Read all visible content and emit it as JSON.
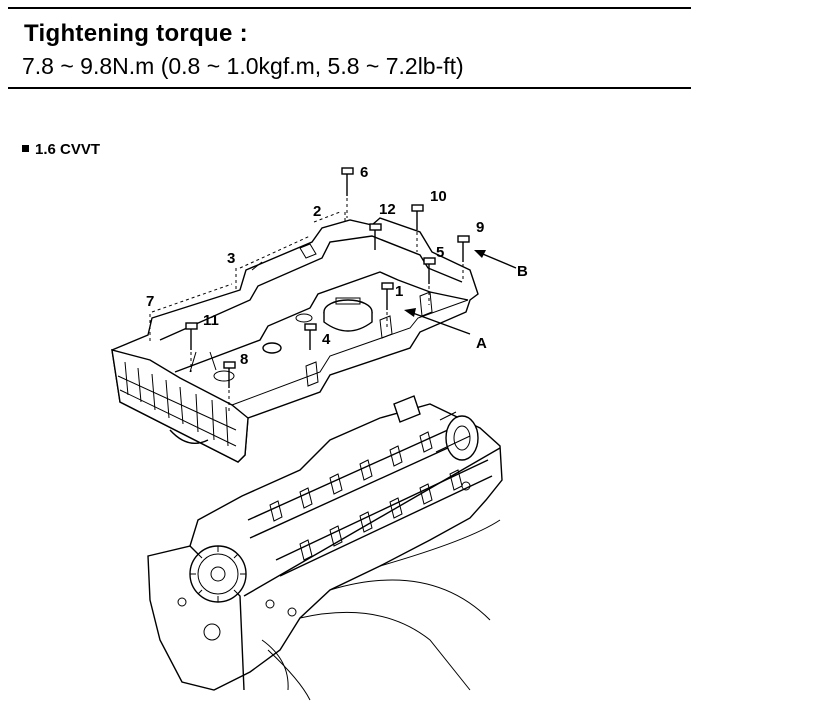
{
  "spec": {
    "title": "Tightening torque :",
    "value": "7.8 ~ 9.8N.m (0.8 ~ 1.0kgf.m, 5.8 ~ 7.2lb-ft)"
  },
  "variant": "1.6 CVVT",
  "bolt_labels": [
    "1",
    "2",
    "3",
    "4",
    "5",
    "6",
    "7",
    "8",
    "9",
    "10",
    "11",
    "12"
  ],
  "callouts": {
    "a": "A",
    "b": "B"
  }
}
